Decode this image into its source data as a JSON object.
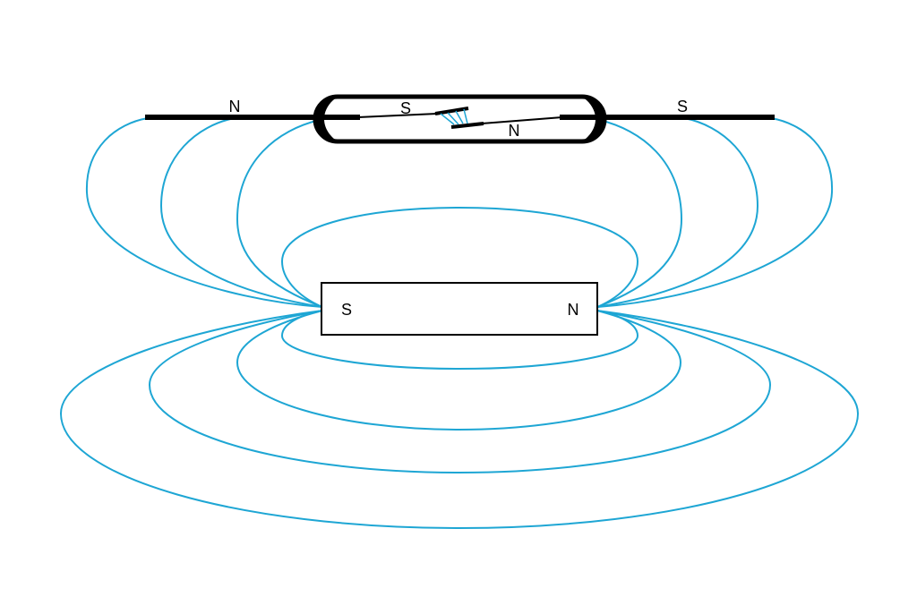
{
  "colors": {
    "field_lines": "#1ea6d4",
    "lines": "#000000",
    "background": "#ffffff"
  },
  "reed_switch": {
    "left_lead_label": "N",
    "right_lead_label": "S",
    "upper_reed_label": "S",
    "lower_reed_label": "N"
  },
  "magnet": {
    "left_pole_label": "S",
    "right_pole_label": "N"
  }
}
